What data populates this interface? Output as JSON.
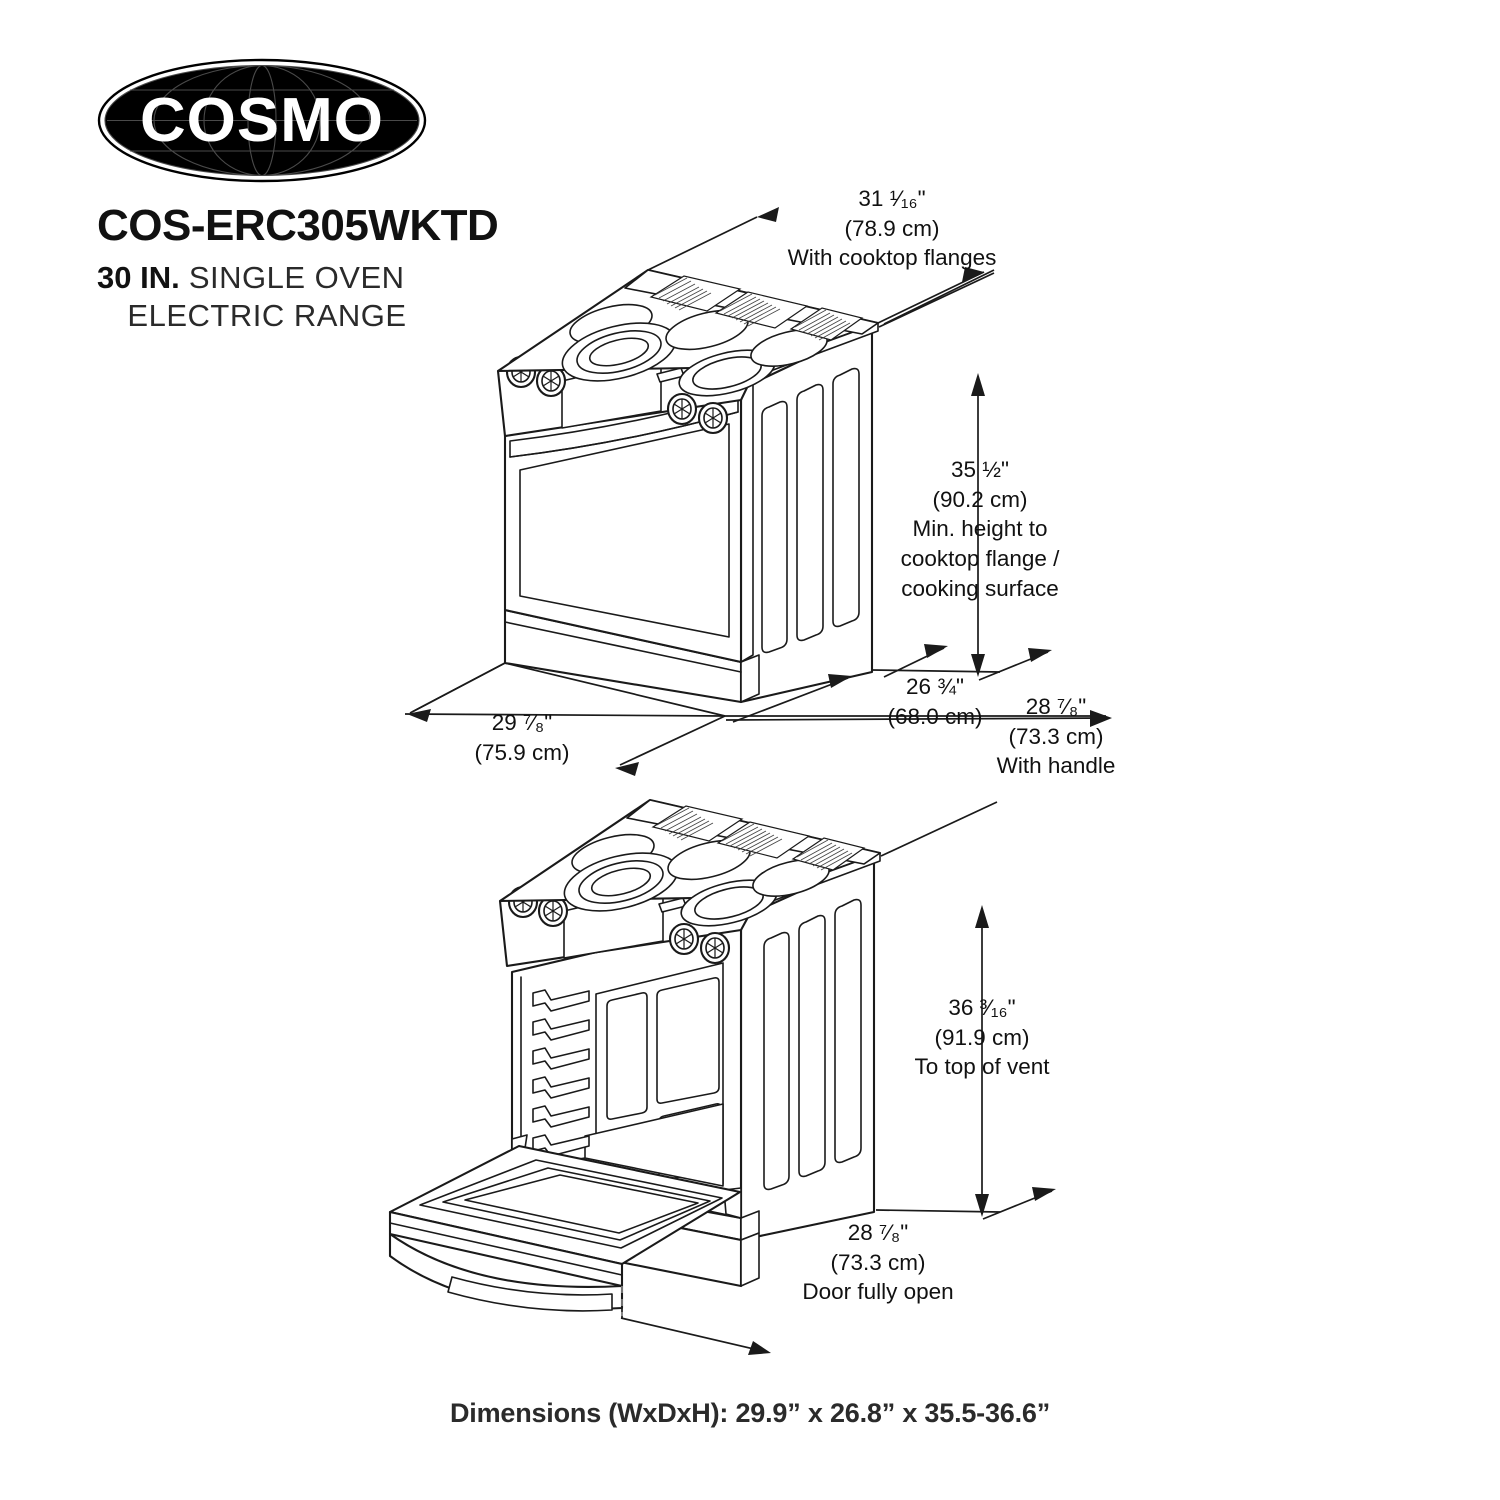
{
  "brand": {
    "logo_text": "COSMO",
    "logo_icon": "globe-oval-logo"
  },
  "header": {
    "model_number": "COS-ERC305WKTD",
    "size_label": "30 IN.",
    "product_line1": "SINGLE OVEN",
    "product_line2": "ELECTRIC RANGE"
  },
  "footer": {
    "dimensions_summary": "Dimensions (WxDxH): 29.9” x 26.8” x 35.5-36.6”"
  },
  "diagrams": [
    {
      "id": "closed-door-view",
      "name": "Range with oven door closed",
      "callouts": [
        {
          "id": "width-with-flanges",
          "inches": "31 ¹⁄₁₆\"",
          "metric": "(78.9 cm)",
          "note": "With cooktop flanges"
        },
        {
          "id": "min-height-cooktop",
          "inches": "35 ½\"",
          "metric": "(90.2 cm)",
          "note": "Min. height to",
          "note2": "cooktop flange /",
          "note3": "cooking surface"
        },
        {
          "id": "width-body",
          "inches": "29 ⁷⁄₈\"",
          "metric": "(75.9 cm)",
          "note": ""
        },
        {
          "id": "depth-body",
          "inches": "26 ¾\"",
          "metric": "(68.0 cm)",
          "note": ""
        },
        {
          "id": "depth-with-handle",
          "inches": "28 ⁷⁄₈\"",
          "metric": "(73.3 cm)",
          "note": "With handle"
        }
      ]
    },
    {
      "id": "open-door-view",
      "name": "Range with oven door fully open",
      "callouts": [
        {
          "id": "height-to-vent",
          "inches": "36 ³⁄₁₆\"",
          "metric": "(91.9 cm)",
          "note": "To top of vent"
        },
        {
          "id": "depth-door-open",
          "inches": "28 ⁷⁄₈\"",
          "metric": "(73.3 cm)",
          "note": "Door fully open"
        }
      ]
    }
  ],
  "appliance_features": {
    "burner_count": 5,
    "knob_count": 4,
    "side_vent_slots": 3,
    "rack_guide_count": 6,
    "display_panel": "control-display",
    "oven_type": "single oven",
    "door_state_top": "closed",
    "door_state_bottom": "open"
  },
  "colors": {
    "line": "#1a1a1a",
    "fill": "#ffffff",
    "text": "#111111",
    "logo_fill": "#000000",
    "hidden_line": "#9a9a9a"
  }
}
